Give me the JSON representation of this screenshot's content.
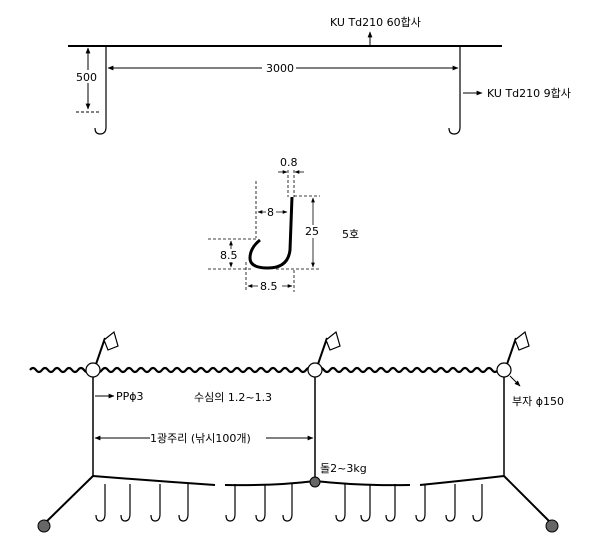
{
  "top_diagram": {
    "mainline_label": "KU Td210 60합사",
    "branch_label": "KU Td210 9합사",
    "branch_spacing": "3000",
    "branch_length": "500"
  },
  "hook_detail": {
    "wire_diameter": "0.8",
    "shank_gap": "8",
    "length": "25",
    "bend_height": "8.5",
    "width": "8.5",
    "size": "5호"
  },
  "longline": {
    "float_line": "PPϕ3",
    "depth": "수심의 1.2~1.3",
    "float": "부자 ϕ150",
    "section": "1광주리 (낚시100개)",
    "sinker": "돌2~3kg"
  }
}
